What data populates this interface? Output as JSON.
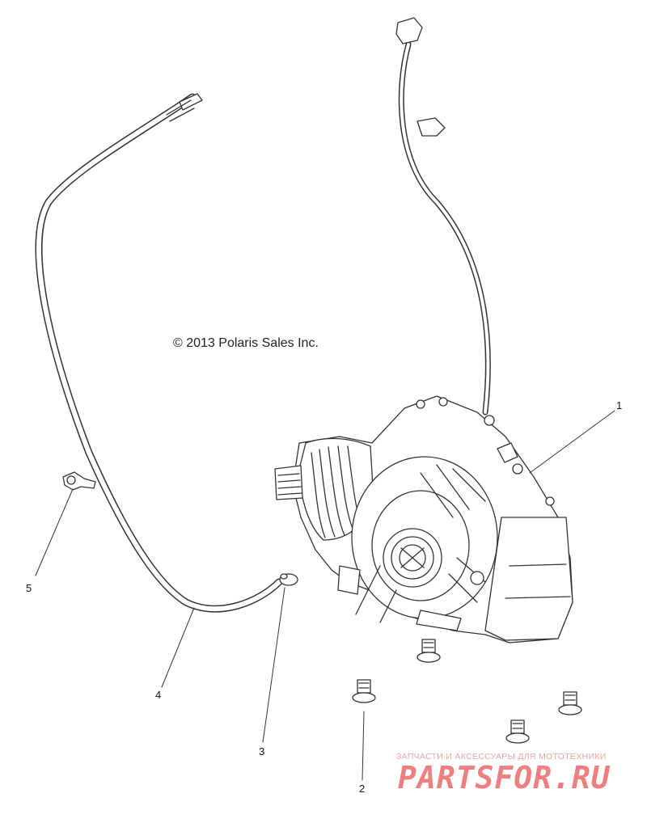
{
  "copyright": "© 2013 Polaris Sales Inc.",
  "callouts": [
    "1",
    "2",
    "3",
    "4",
    "5"
  ],
  "watermark": {
    "tagline": "ЗАПЧАСТИ И АКСЕССУАРЫ ДЛЯ МОТОТЕХНИКИ",
    "logo": "PARTSFOR.RU",
    "color": "#ef7f7f"
  },
  "line_color": "#333333"
}
